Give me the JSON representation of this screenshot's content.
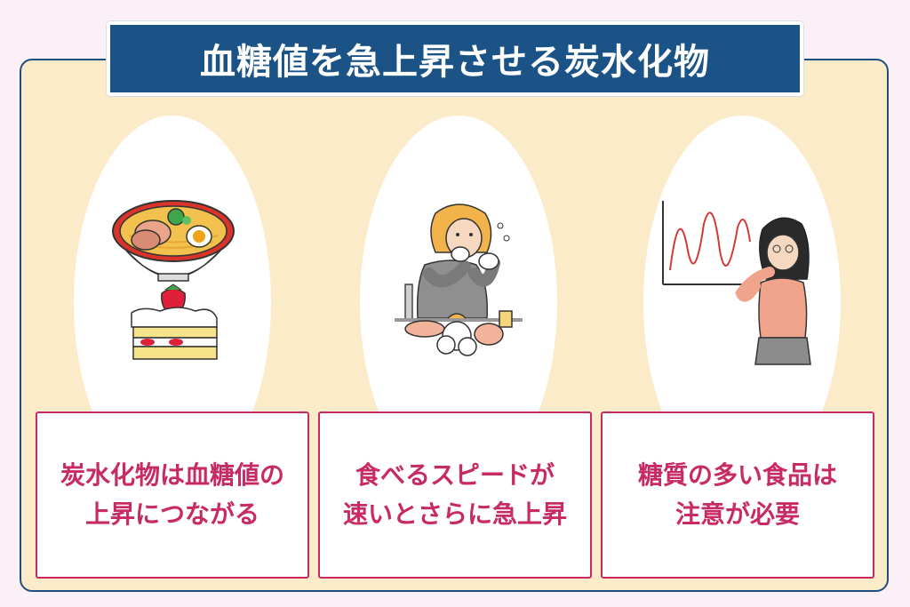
{
  "title": "血糖値を急上昇させる炭水化物",
  "cards": [
    {
      "line1": "炭水化物は血糖値の",
      "line2": "上昇につながる",
      "icon": "ramen-and-cake-icon"
    },
    {
      "line1": "食べるスピードが",
      "line2": "速いとさらに急上昇",
      "icon": "fast-eating-person-icon"
    },
    {
      "line1": "糖質の多い食品は",
      "line2": "注意が必要",
      "icon": "blood-sugar-wave-woman-icon"
    }
  ],
  "colors": {
    "banner": "#1b5386",
    "accent": "#c82a63",
    "panel": "#fcebc9",
    "background": "#fcf0f7"
  }
}
